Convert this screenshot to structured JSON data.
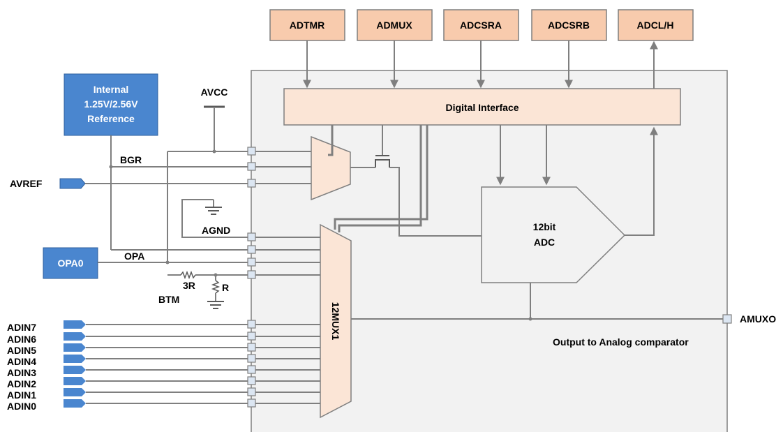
{
  "registers": [
    "ADTMR",
    "ADMUX",
    "ADCSRA",
    "ADCSRB",
    "ADCL/H"
  ],
  "reference": {
    "line1": "Internal",
    "line2": "1.25V/2.56V",
    "line3": "Reference"
  },
  "digital_interface": "Digital Interface",
  "adc": {
    "line1": "12bit",
    "line2": "ADC"
  },
  "mux": "12MUX1",
  "labels": {
    "avcc": "AVCC",
    "bgr": "BGR",
    "avref": "AVREF",
    "agnd": "AGND",
    "opa0": "OPA0",
    "opa": "OPA",
    "r3": "3R",
    "r": "R",
    "btm": "BTM",
    "amuxo": "AMUXO",
    "output_text": "Output to Analog comparator"
  },
  "adin": [
    "ADIN7",
    "ADIN6",
    "ADIN5",
    "ADIN4",
    "ADIN3",
    "ADIN2",
    "ADIN1",
    "ADIN0"
  ],
  "colors": {
    "register_fill": "#f8cbad",
    "interface_fill": "#fbe5d6",
    "blue_block": "#4a86cf",
    "panel_fill": "#f2f2f2",
    "wire": "#7f7f7f"
  }
}
